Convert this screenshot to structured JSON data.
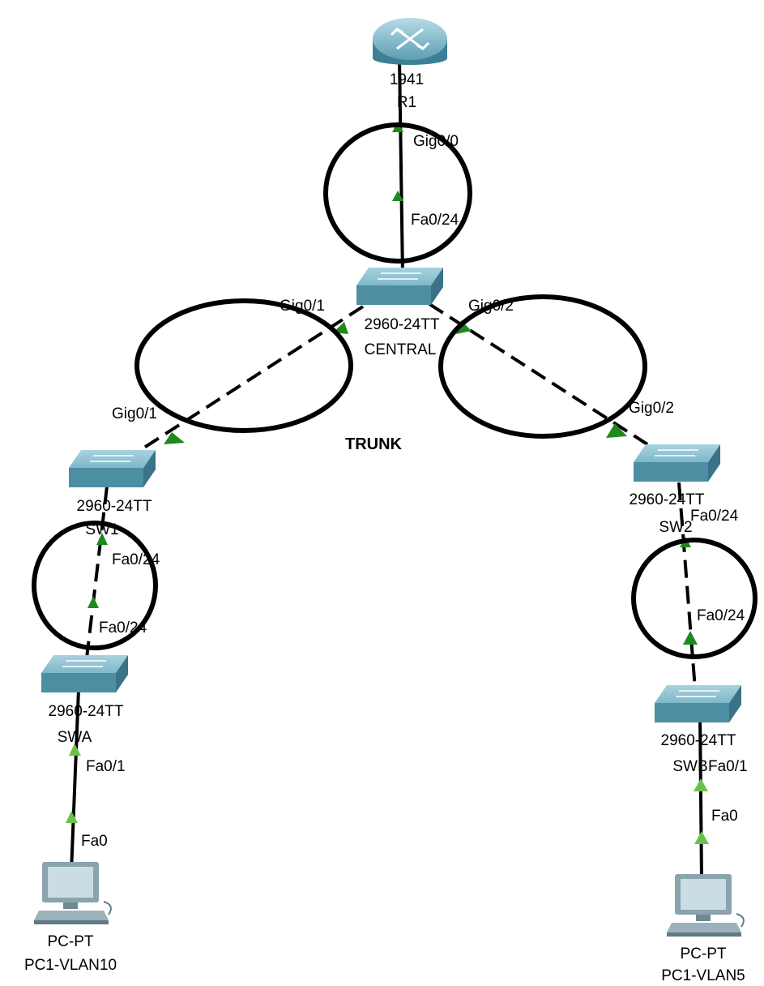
{
  "devices": {
    "router": {
      "model": "1941",
      "name": "R1"
    },
    "central": {
      "model": "2960-24TT",
      "name": "CENTRAL"
    },
    "sw1": {
      "model": "2960-24TT",
      "name": "SW1"
    },
    "swa": {
      "model": "2960-24TT",
      "name": "SWA"
    },
    "sw2": {
      "model": "2960-24TT",
      "name": "SW2"
    },
    "swb": {
      "model": "2960-24TT",
      "name": "SWB"
    },
    "pc_left": {
      "model": "PC-PT",
      "name": "PC1-VLAN10"
    },
    "pc_right": {
      "model": "PC-PT",
      "name": "PC1-VLAN5"
    }
  },
  "ports": {
    "r1_gig00": "Gig0/0",
    "central_fa024": "Fa0/24",
    "central_gig01": "Gig0/1",
    "central_gig02": "Gig0/2",
    "sw1_gig01": "Gig0/1",
    "sw1_fa024": "Fa0/24",
    "swa_fa024": "Fa0/24",
    "swa_fa01": "Fa0/1",
    "pcl_fa0": "Fa0",
    "sw2_gig02": "Gig0/2",
    "sw2_fa024": "Fa0/24",
    "swb_fa024": "Fa0/24",
    "swb_fa01": "Fa0/1",
    "pcr_fa0": "Fa0"
  },
  "annotations": {
    "trunk": "TRUNK"
  },
  "colors": {
    "device_top": "#8fc3d3",
    "device_side": "#4e8ea3",
    "link_up": "#1e8a1e",
    "link_up_light": "#6cc04a",
    "circle": "#000000"
  }
}
